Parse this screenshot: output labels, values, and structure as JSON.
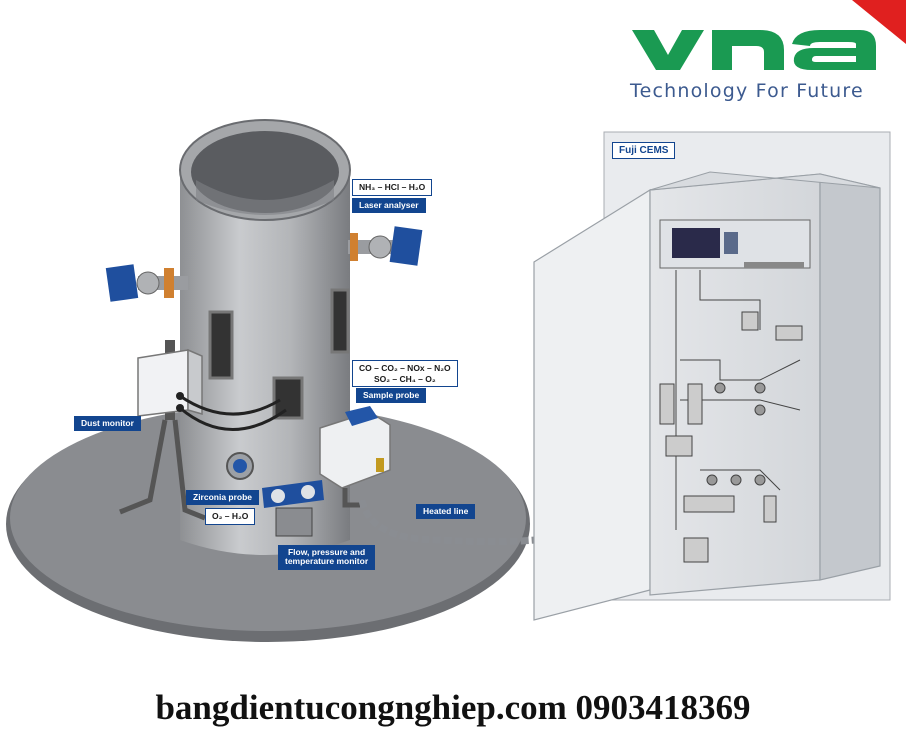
{
  "brand": {
    "logo_word": "vna",
    "tagline": "Technology For Future",
    "colors": {
      "green": "#1a9a52",
      "red": "#e0201f",
      "navy": "#12458f"
    }
  },
  "diagram": {
    "stack_labels": {
      "laser_gases": "NH₃ – HCl – H₂O",
      "laser_analyser": "Laser analyser",
      "sample_gases_line1": "CO – CO₂ – NOx – N₂O",
      "sample_gases_line2": "SO₂ – CH₄ – O₂",
      "sample_probe": "Sample probe",
      "dust_monitor": "Dust monitor",
      "zirconia_probe": "Zirconia probe",
      "zirconia_gases": "O₂ – H₂O",
      "flow_monitor_line1": "Flow, pressure and",
      "flow_monitor_line2": "temperature monitor",
      "heated_line": "Heated line"
    },
    "cems_title": "Fuji CEMS"
  },
  "footer": {
    "text": "bangdientucongnghiep.com 0903418369"
  }
}
